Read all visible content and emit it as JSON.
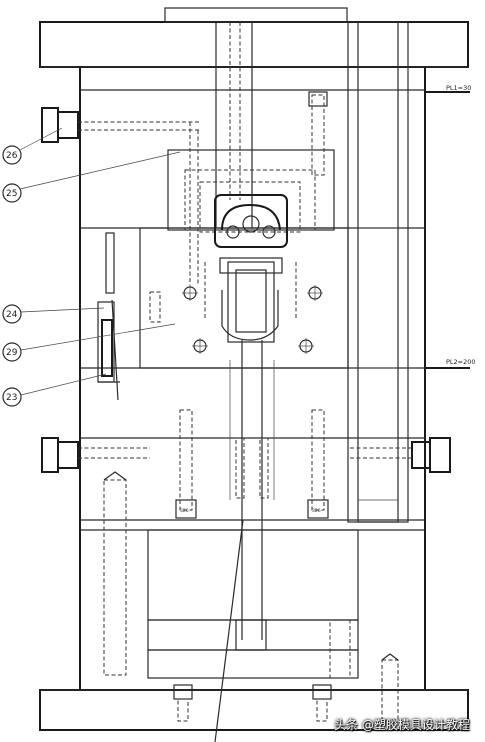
{
  "callouts": [
    {
      "id": "c26",
      "label": "26"
    },
    {
      "id": "c25",
      "label": "25"
    },
    {
      "id": "c24",
      "label": "24"
    },
    {
      "id": "c29",
      "label": "29"
    },
    {
      "id": "c23",
      "label": "23"
    }
  ],
  "parting_lines": [
    {
      "id": "pl1",
      "label": "PL1=30"
    },
    {
      "id": "pl2",
      "label": "PL2=200"
    }
  ],
  "watermark": "头条 @塑胶模具设计教程",
  "colors": {
    "line": "#2a2a2a",
    "background": "#ffffff"
  }
}
